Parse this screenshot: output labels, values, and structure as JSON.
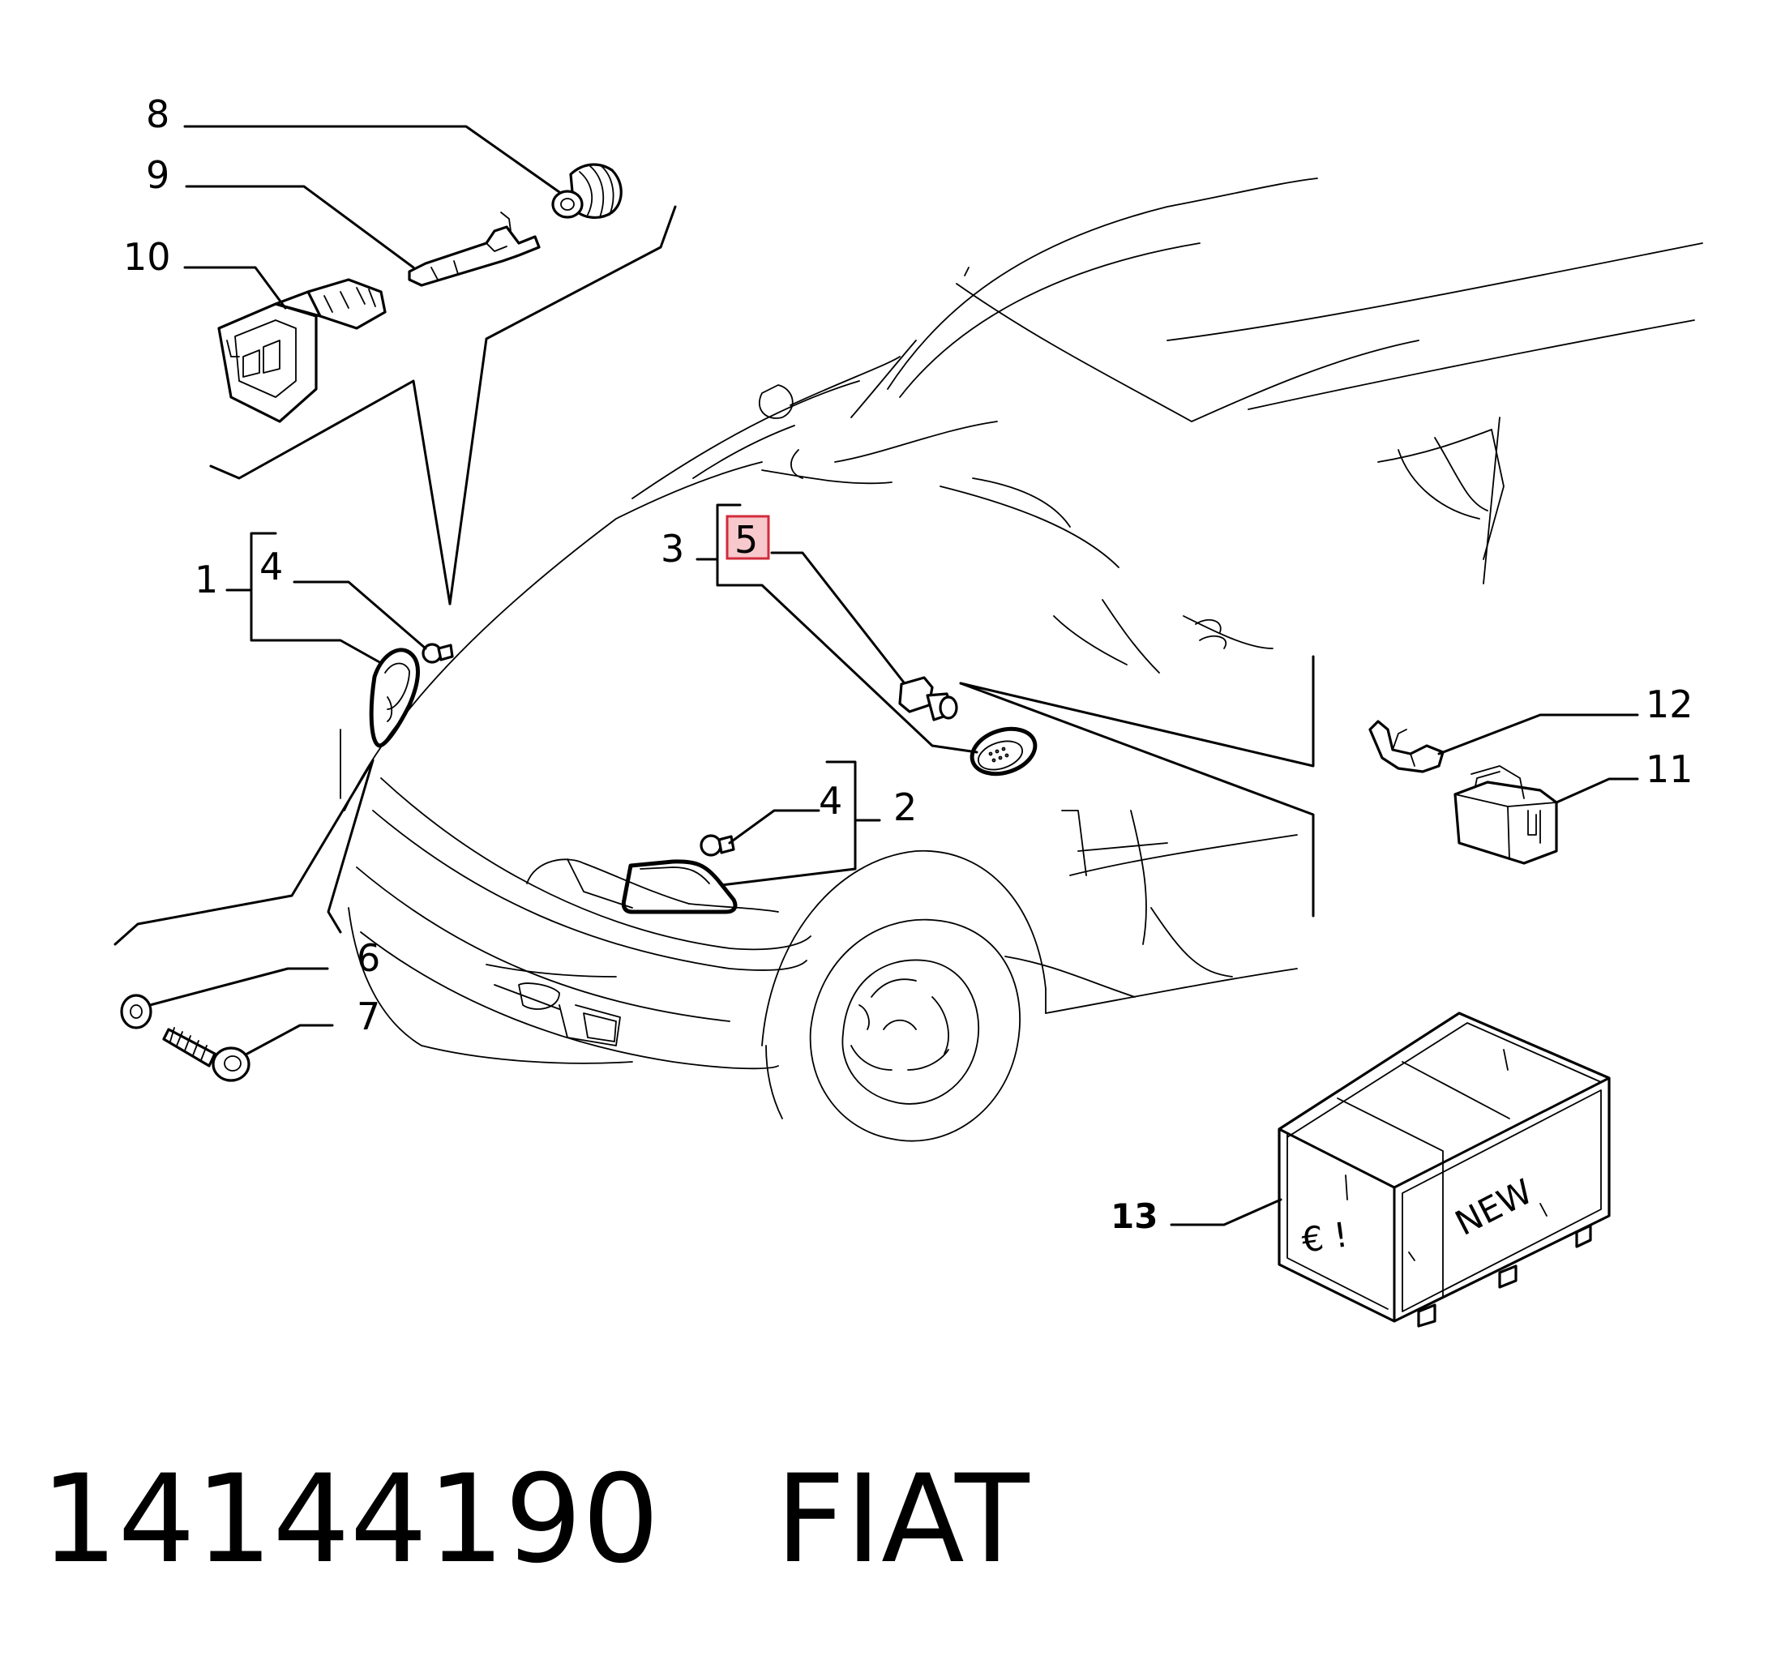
{
  "callouts": {
    "n1": "1",
    "n2": "2",
    "n3": "3",
    "n4a": "4",
    "n4b": "4",
    "n5": "5",
    "n6": "6",
    "n7": "7",
    "n8": "8",
    "n9": "9",
    "n10": "10",
    "n11": "11",
    "n12": "12",
    "n13": "13"
  },
  "highlighted_callout": "5",
  "highlight_color": "#f7c9cd",
  "highlight_border_color": "#d22c3c",
  "crate": {
    "front_text": "€ !",
    "side_text": "NEW"
  },
  "footer": {
    "part_number": "14144190",
    "brand": "FIAT"
  }
}
